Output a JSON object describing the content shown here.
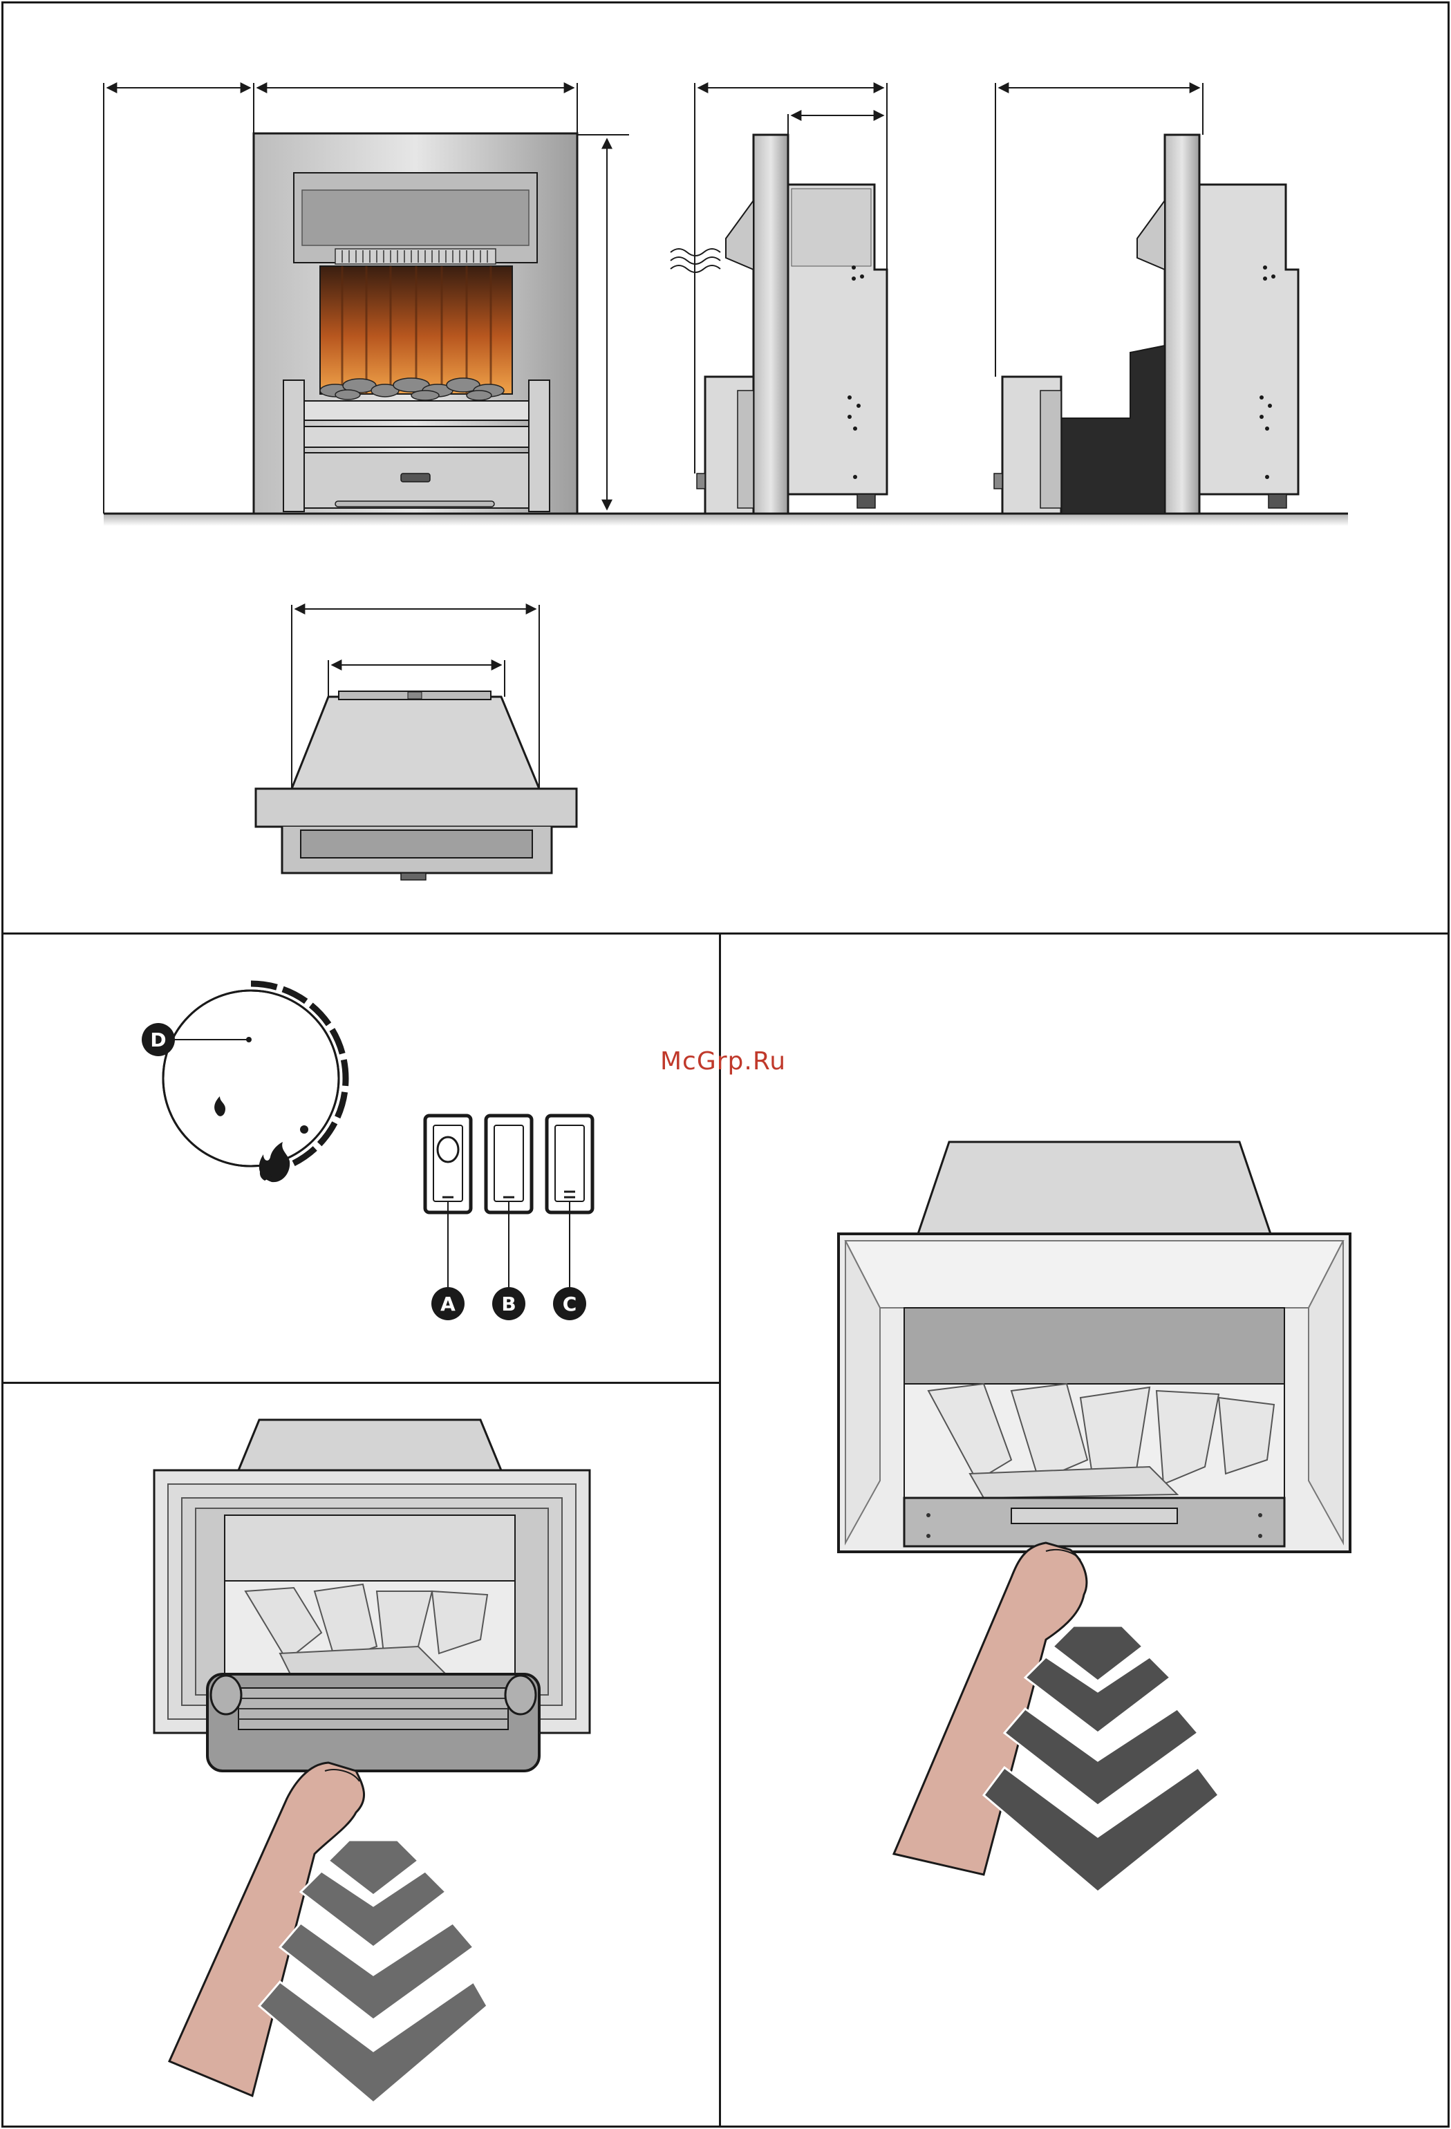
{
  "watermark": "McGrp.Ru",
  "callouts": {
    "A": "A",
    "B": "B",
    "C": "C",
    "D": "D"
  },
  "icons": {
    "flame_small": "flame-small-icon",
    "flame_large": "flame-large-icon"
  },
  "colors": {
    "outline": "#1a1a1a",
    "steel_light": "#d9d9d9",
    "steel_mid": "#a9a9a9",
    "steel_dark": "#6e6e6e",
    "firebox_dark": "#2a2a2a",
    "flame_orange": "#e07a2b",
    "skin": "#d9aea0",
    "arrow_grey": "#6b6b6b",
    "watermark_red": "#c0392b"
  }
}
